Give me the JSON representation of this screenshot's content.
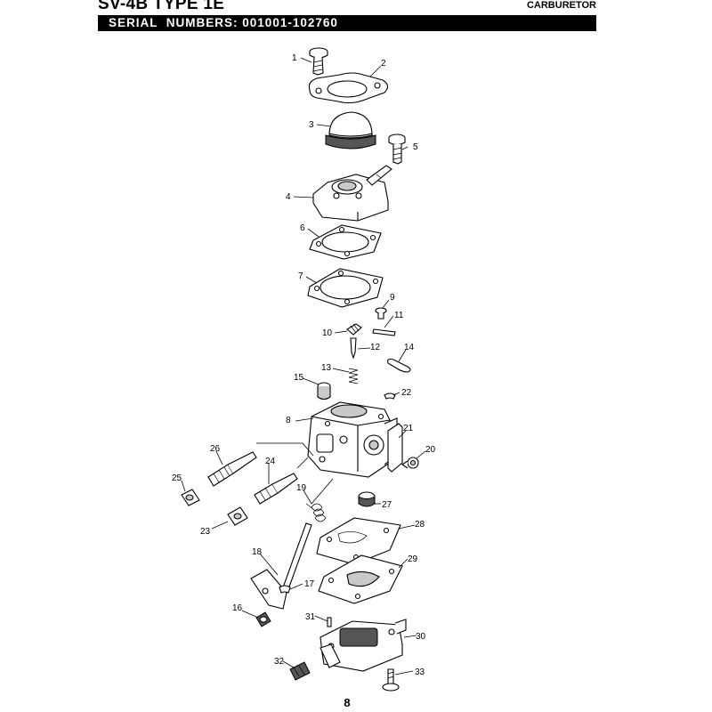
{
  "header": {
    "model": "SV-4B TYPE 1E",
    "section": "CARBURETOR",
    "serial_label": "SERIAL  NUMBERS:",
    "serial_range": "001001-102760"
  },
  "footer": {
    "page_number": "8"
  },
  "callouts": [
    "1",
    "2",
    "3",
    "4",
    "5",
    "6",
    "7",
    "8",
    "9",
    "10",
    "11",
    "12",
    "13",
    "14",
    "15",
    "16",
    "17",
    "18",
    "19",
    "20",
    "21",
    "22",
    "23",
    "24",
    "25",
    "26",
    "27",
    "28",
    "29",
    "30",
    "31",
    "32",
    "33"
  ]
}
